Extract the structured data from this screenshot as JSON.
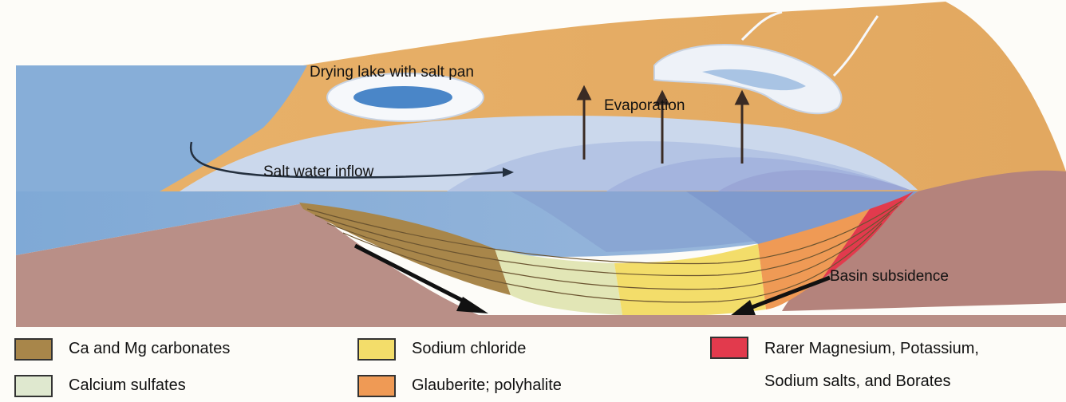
{
  "labels": {
    "drying_lake": "Drying lake with salt pan",
    "evaporation": "Evaporation",
    "salt_water_inflow": "Salt water inflow",
    "basin_subsidence": "Basin subsidence"
  },
  "legend": [
    {
      "label": "Ca and Mg carbonates",
      "color": "#a8864a"
    },
    {
      "label": "Calcium sulfates",
      "color": "#dfe8cf"
    },
    {
      "label": "Sodium chloride",
      "color": "#f3dd6a"
    },
    {
      "label": "Glauberite; polyhalite",
      "color": "#ef9a55"
    },
    {
      "label": "Rarer Magnesium, Potassium,",
      "label2": "Sodium salts, and Borates",
      "color": "#e23a4d"
    }
  ]
}
